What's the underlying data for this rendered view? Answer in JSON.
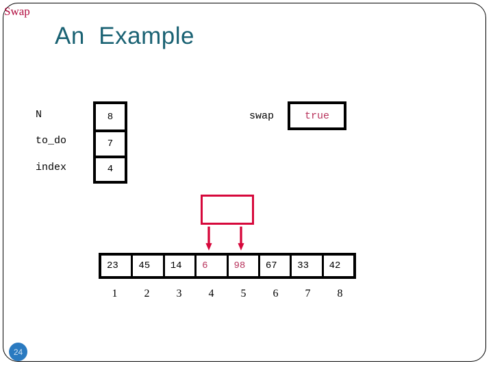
{
  "slide": {
    "title": "An  Example",
    "page_number": "24",
    "title_color": "#1a6273",
    "accent_red": "#d6083b",
    "highlight_pink": "#b8335c",
    "badge_color": "#2a7ac0"
  },
  "variables": {
    "rows": [
      {
        "label": "N",
        "value": "8"
      },
      {
        "label": "to_do",
        "value": "7"
      },
      {
        "label": "index",
        "value": "4"
      }
    ]
  },
  "swap_flag": {
    "label": "swap",
    "value": "true"
  },
  "callout": {
    "label": "Swap",
    "arrow_targets": [
      4,
      5
    ]
  },
  "array": {
    "values": [
      "23",
      "45",
      "14",
      "6",
      "98",
      "67",
      "33",
      "42"
    ],
    "highlighted_positions": [
      4,
      5
    ],
    "indices": [
      "1",
      "2",
      "3",
      "4",
      "5",
      "6",
      "7",
      "8"
    ]
  }
}
